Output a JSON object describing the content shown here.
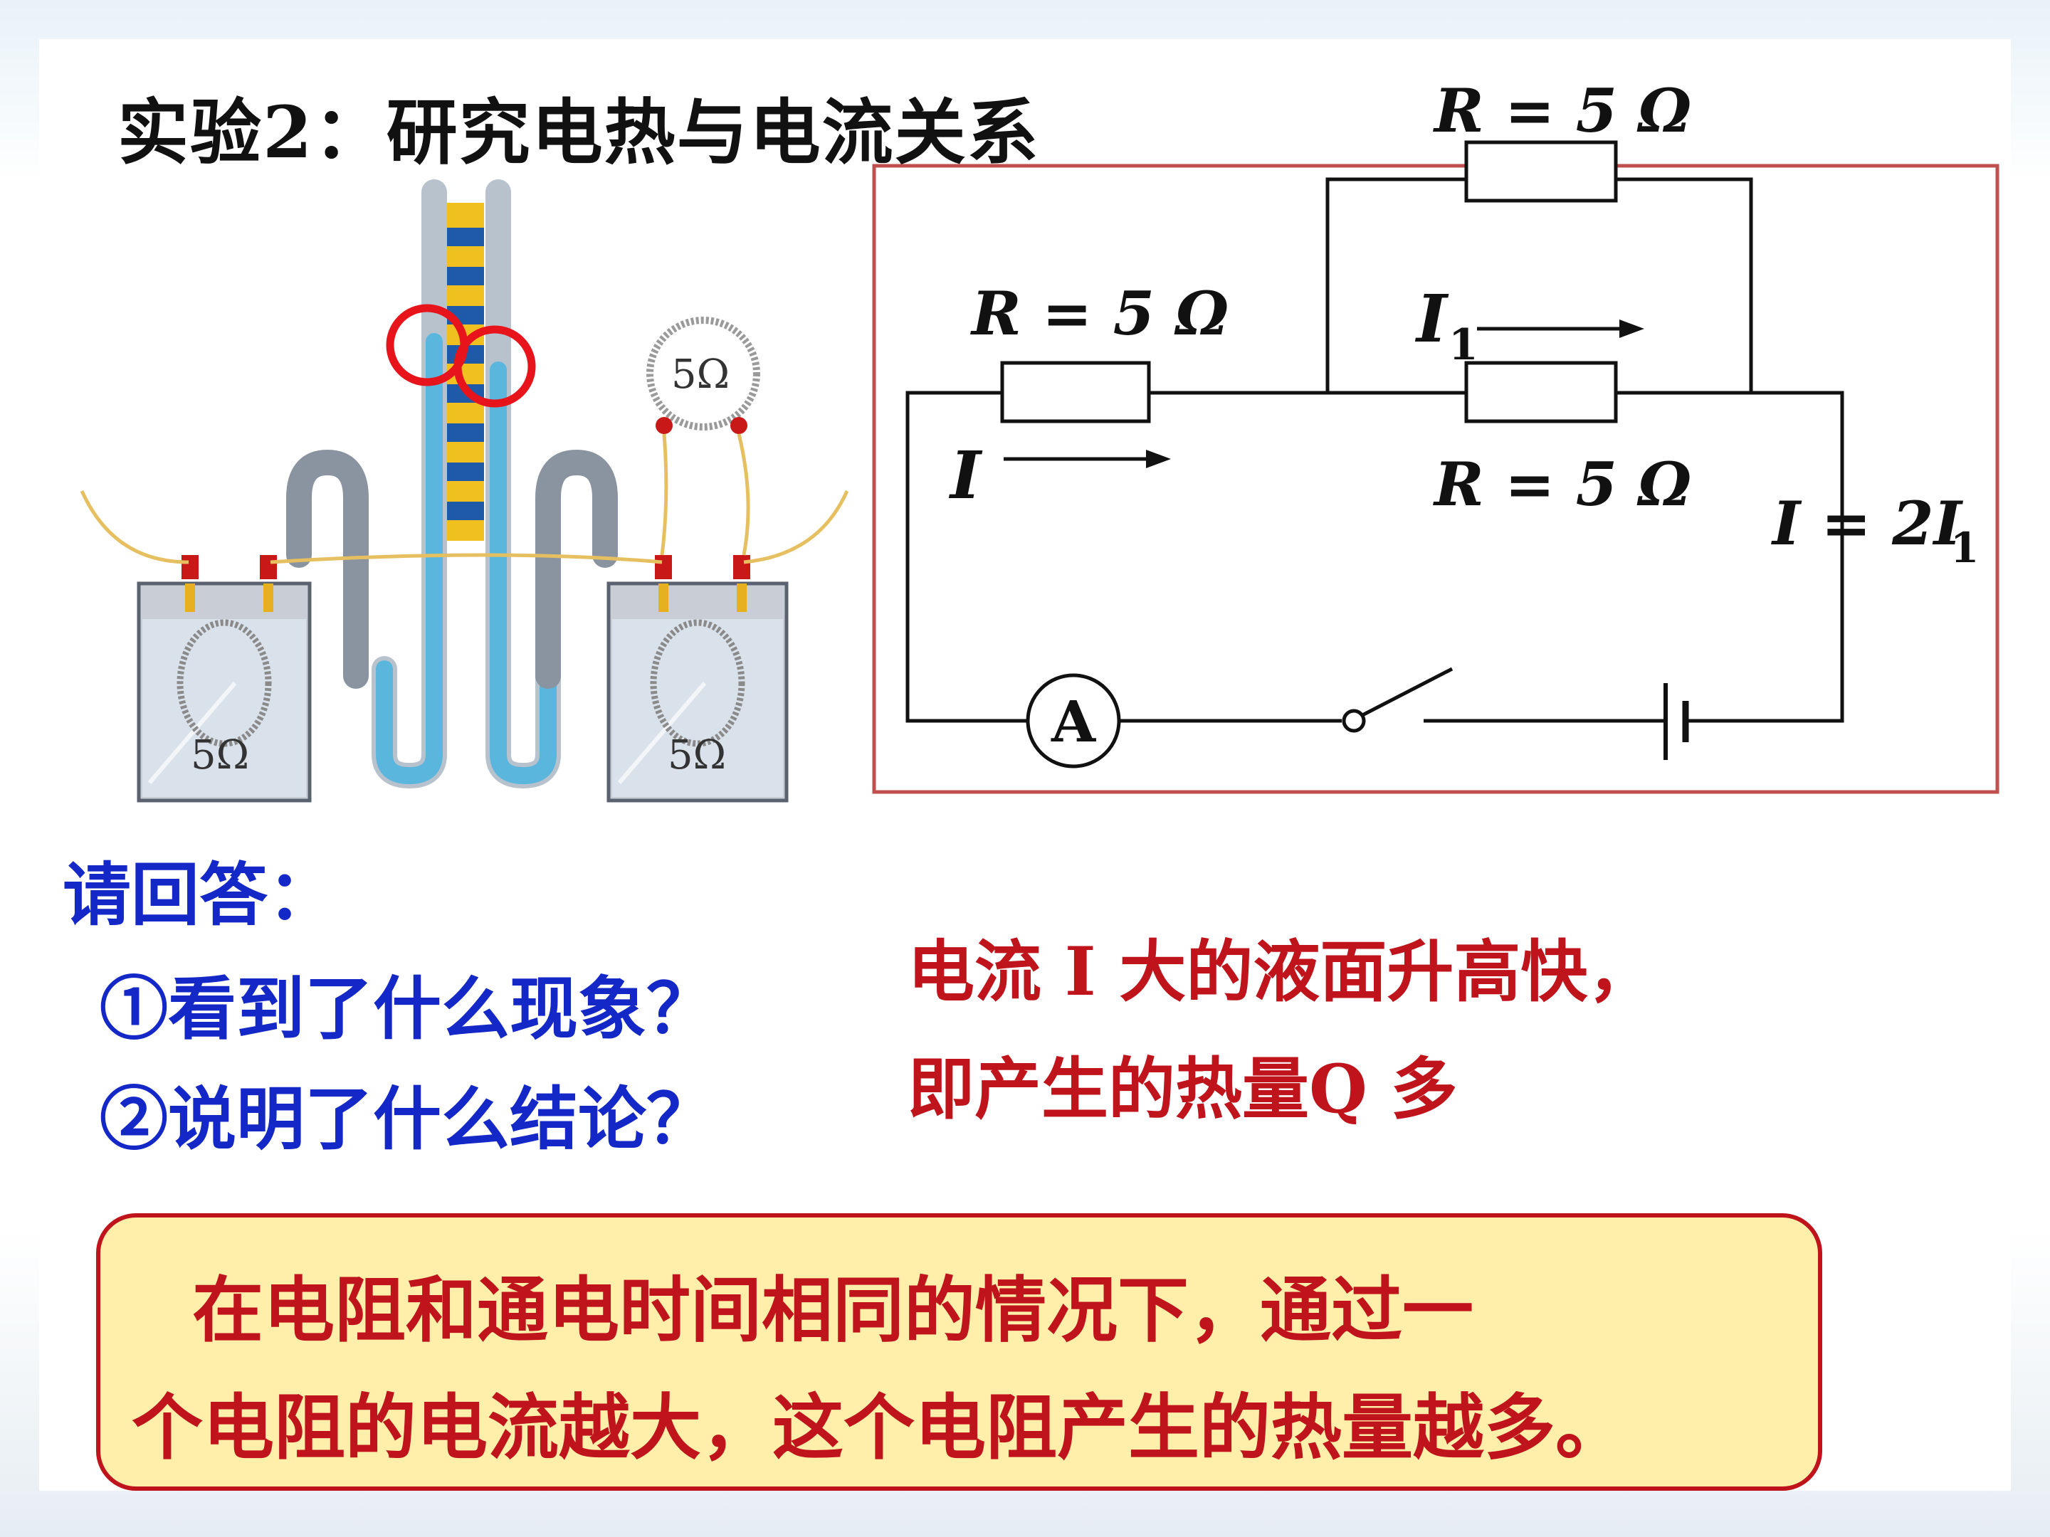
{
  "title": "实验2：研究电热与电流关系",
  "apparatus": {
    "resistor_label_top": "5Ω",
    "resistor_label_left": "5Ω",
    "resistor_label_right": "5Ω"
  },
  "circuit": {
    "r_series": "R = 5 Ω",
    "r_parallel_top": "R = 5 Ω",
    "r_parallel_bottom": "R = 5 Ω",
    "current_total": "I",
    "current_branch": "I",
    "current_branch_sub": "1",
    "current_relation": "I = 2I",
    "current_relation_sub": "1",
    "ammeter": "A"
  },
  "questions": {
    "heading": "请回答：",
    "items": [
      "①看到了什么现象？",
      "②说明了什么结论？"
    ]
  },
  "answers": {
    "lines": [
      "电流 I 大的液面升高快，",
      "即产生的热量Q 多"
    ]
  },
  "conclusion": {
    "lines": [
      "在电阻和通电时间相同的情况下，通过一",
      "个电阻的电流越大，这个电阻产生的热量越多。"
    ]
  },
  "colors": {
    "title": "#111111",
    "questions": "#1428c8",
    "answers": "#c0141c",
    "box_fill": "#ffefaa",
    "box_border": "#c0141c",
    "circuit_frame": "#c0504d",
    "highlight_circle": "#e8141c"
  }
}
